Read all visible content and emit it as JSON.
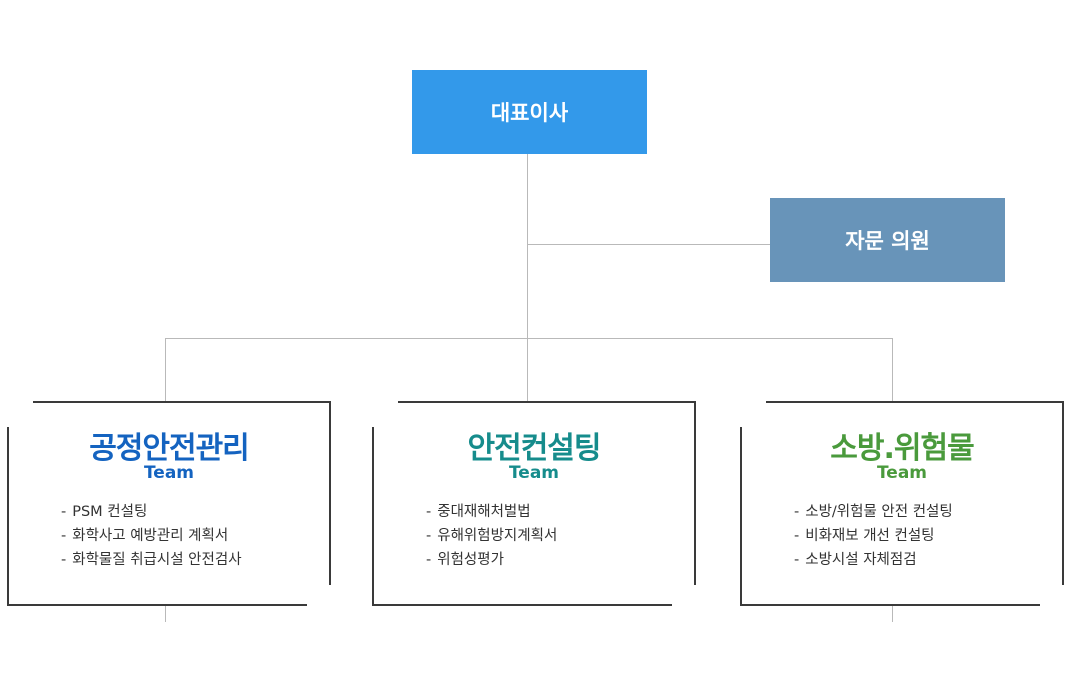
{
  "ceo": {
    "label": "대표이사"
  },
  "advisor": {
    "label": "자문 의원"
  },
  "dash": "-",
  "teams": [
    {
      "title": "공정안전관리",
      "subtitle": "Team",
      "color": "#1463c0",
      "items": [
        "PSM 컨설팅",
        "화학사고 예방관리 계획서",
        "화학물질 취급시설 안전검사"
      ]
    },
    {
      "title": "안전컨설팅",
      "subtitle": "Team",
      "color": "#168c8c",
      "items": [
        "중대재해처벌법",
        "유해위험방지계획서",
        "위험성평가"
      ]
    },
    {
      "title": "소방.위험물",
      "subtitle": "Team",
      "color": "#4a9a3c",
      "items": [
        "소방/위험물 안전 컨설팅",
        "비화재보 개선 컨설팅",
        "소방시설 자체점검"
      ]
    }
  ]
}
